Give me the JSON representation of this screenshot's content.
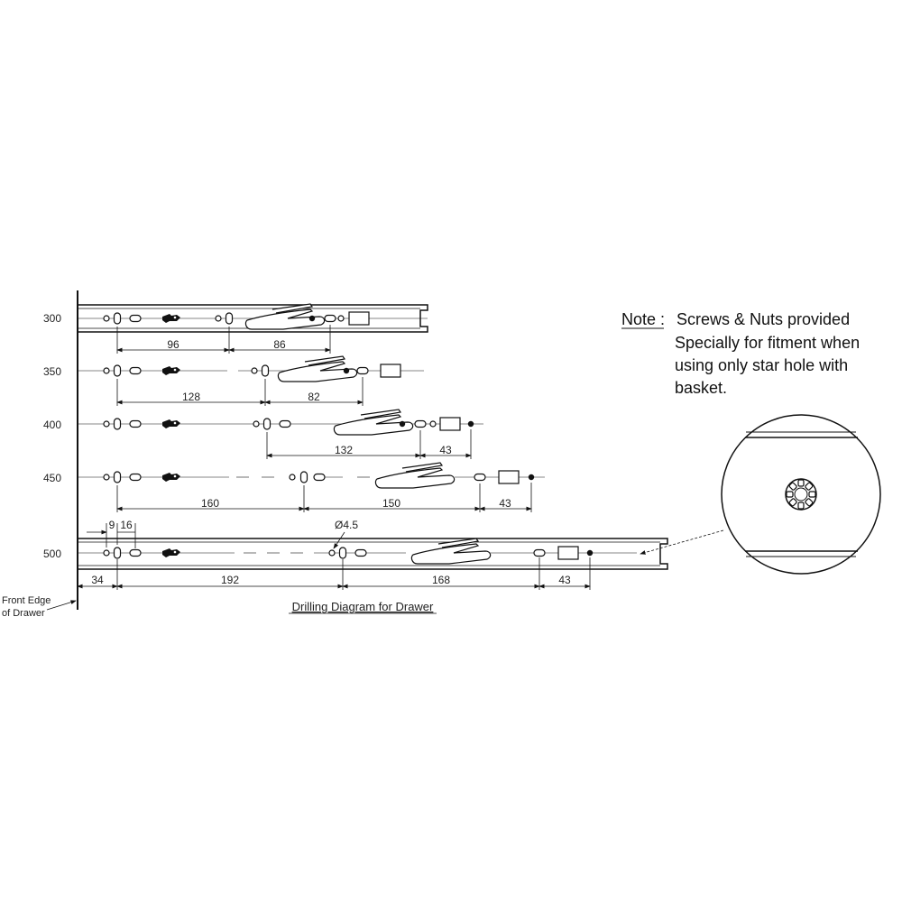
{
  "rows": [
    {
      "length": "300",
      "dims": [
        "96",
        "86"
      ]
    },
    {
      "length": "350",
      "dims": [
        "128",
        "82"
      ]
    },
    {
      "length": "400",
      "dims": [
        "132",
        "43"
      ]
    },
    {
      "length": "450",
      "dims": [
        "160",
        "150",
        "43"
      ]
    },
    {
      "length": "500",
      "dims": [
        "34",
        "192",
        "168",
        "43"
      ]
    }
  ],
  "small_dims": {
    "a": "9",
    "b": "16"
  },
  "hole_diameter": "Ø4.5",
  "front_edge": {
    "line1": "Front Edge",
    "line2": "of Drawer"
  },
  "caption": "Drilling Diagram for Drawer",
  "note": {
    "label": "Note :",
    "line1": "Screws & Nuts provided",
    "line2": "Specially for fitment when",
    "line3": "using only star hole with",
    "line4": "basket."
  }
}
